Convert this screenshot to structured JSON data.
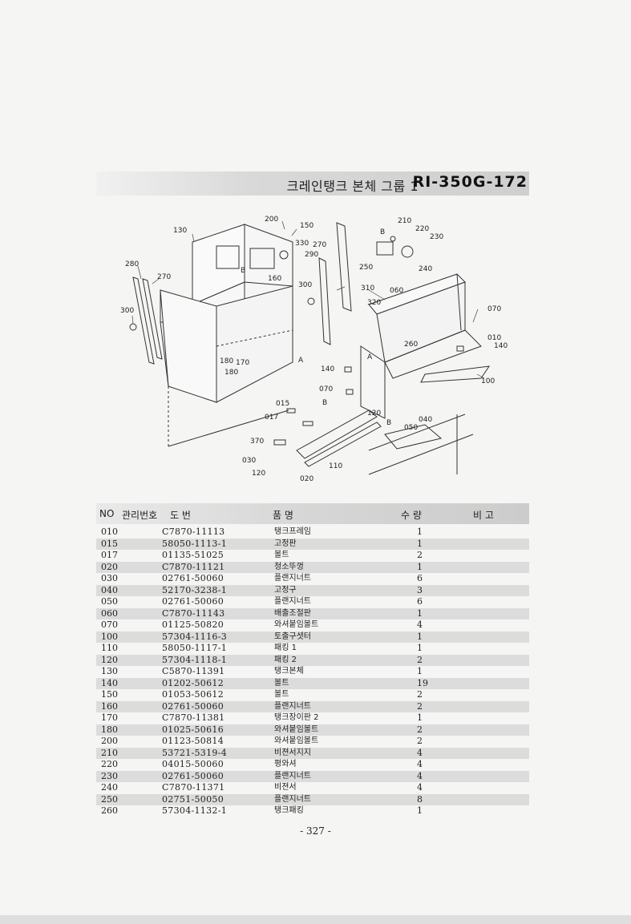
{
  "title": {
    "korean": "크레인탱크 본체 그룹 1",
    "code": "RI-350G-172"
  },
  "diagram_labels": {
    "200": "200",
    "150a": "150",
    "130": "130",
    "330": "330",
    "270a": "270",
    "290": "290",
    "b1": "B",
    "160": "160",
    "280": "280",
    "270b": "270",
    "300a": "300",
    "300b": "300",
    "310": "310",
    "320": "320",
    "180a": "180",
    "170": "170",
    "180b": "180",
    "a1": "A",
    "210": "210",
    "220": "220",
    "230": "230",
    "b2": "B",
    "250": "250",
    "240": "240",
    "060": "060",
    "070a": "070",
    "010": "010",
    "140a": "140",
    "260": "260",
    "a2": "A",
    "140b": "140",
    "100": "100",
    "070b": "070",
    "015": "015",
    "b3": "B",
    "017": "017",
    "120a": "120",
    "b4": "B",
    "040": "040",
    "050": "050",
    "370": "370",
    "030": "030",
    "110": "110",
    "120b": "120",
    "020": "020"
  },
  "table": {
    "headers": {
      "no": "NO",
      "mgmt": "관리번호",
      "drawing": "도    번",
      "name": "품        명",
      "qty": "수    량",
      "note": "비 고"
    },
    "rows": [
      {
        "no": "010",
        "drawing": "C7870-11113",
        "name": "탱크프레임",
        "qty": "1"
      },
      {
        "no": "015",
        "drawing": "58050-1113-1",
        "name": "고정판",
        "qty": "1"
      },
      {
        "no": "017",
        "drawing": "01135-51025",
        "name": "볼트",
        "qty": "2"
      },
      {
        "no": "020",
        "drawing": "C7870-11121",
        "name": "청소뚜껑",
        "qty": "1"
      },
      {
        "no": "030",
        "drawing": "02761-50060",
        "name": "플랜지너트",
        "qty": "6"
      },
      {
        "no": "040",
        "drawing": "52170-3238-1",
        "name": "고정구",
        "qty": "3"
      },
      {
        "no": "050",
        "drawing": "02761-50060",
        "name": "플랜지너트",
        "qty": "6"
      },
      {
        "no": "060",
        "drawing": "C7870-11143",
        "name": "배출조절판",
        "qty": "1"
      },
      {
        "no": "070",
        "drawing": "01125-50820",
        "name": "와셔붙임볼트",
        "qty": "4"
      },
      {
        "no": "100",
        "drawing": "57304-1116-3",
        "name": "토출구셧터",
        "qty": "1"
      },
      {
        "no": "110",
        "drawing": "58050-1117-1",
        "name": "패킹 1",
        "qty": "1"
      },
      {
        "no": "120",
        "drawing": "57304-1118-1",
        "name": "패킹 2",
        "qty": "2"
      },
      {
        "no": "130",
        "drawing": "C5870-11391",
        "name": "탱크본체",
        "qty": "1"
      },
      {
        "no": "140",
        "drawing": "01202-50612",
        "name": "볼트",
        "qty": "19"
      },
      {
        "no": "150",
        "drawing": "01053-50612",
        "name": "볼트",
        "qty": "2"
      },
      {
        "no": "160",
        "drawing": "02761-50060",
        "name": "플랜지너트",
        "qty": "2"
      },
      {
        "no": "170",
        "drawing": "C7870-11381",
        "name": "탱크장이판 2",
        "qty": "1"
      },
      {
        "no": "180",
        "drawing": "01025-50616",
        "name": "와셔붙임볼트",
        "qty": "2"
      },
      {
        "no": "200",
        "drawing": "01123-50814",
        "name": "와셔붙임볼트",
        "qty": "2"
      },
      {
        "no": "210",
        "drawing": "53721-5319-4",
        "name": "비젼서지지",
        "qty": "4"
      },
      {
        "no": "220",
        "drawing": "04015-50060",
        "name": "평와셔",
        "qty": "4"
      },
      {
        "no": "230",
        "drawing": "02761-50060",
        "name": "플랜지너트",
        "qty": "4"
      },
      {
        "no": "240",
        "drawing": "C7870-11371",
        "name": "비젼서",
        "qty": "4"
      },
      {
        "no": "250",
        "drawing": "02751-50050",
        "name": "플랜지너트",
        "qty": "8"
      },
      {
        "no": "260",
        "drawing": "57304-1132-1",
        "name": "탱크패킹",
        "qty": "1"
      }
    ]
  },
  "page_number": "- 327 -"
}
